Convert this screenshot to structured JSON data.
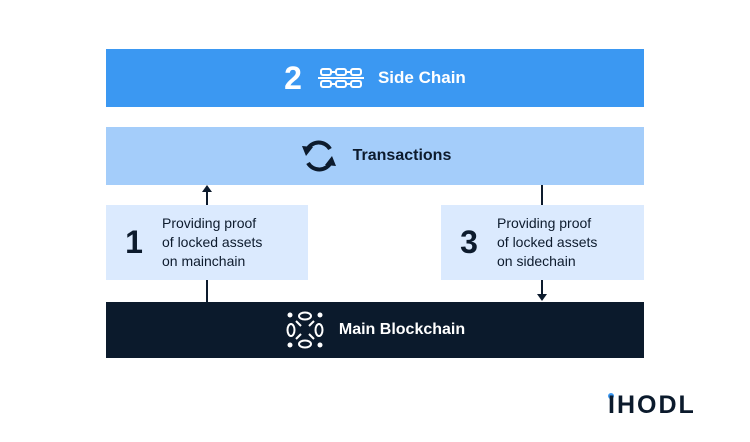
{
  "side_chain": {
    "number": "2",
    "label": "Side Chain",
    "icon": "chain-links-icon"
  },
  "transactions": {
    "label": "Transactions",
    "icon": "sync-arrows-icon"
  },
  "steps": [
    {
      "number": "1",
      "lines": [
        "Providing proof",
        "of locked assets",
        "on mainchain"
      ]
    },
    {
      "number": "3",
      "lines": [
        "Providing proof",
        "of locked assets",
        "on sidechain"
      ]
    }
  ],
  "main_chain": {
    "label": "Main Blockchain",
    "icon": "network-nodes-icon"
  },
  "brand": {
    "name": "IHODL"
  },
  "colors": {
    "side_chain": "#3b98f2",
    "transactions": "#a4cdfa",
    "steps": "#dbeafe",
    "main_chain": "#0b1a2c",
    "accent": "#3b98f2"
  }
}
